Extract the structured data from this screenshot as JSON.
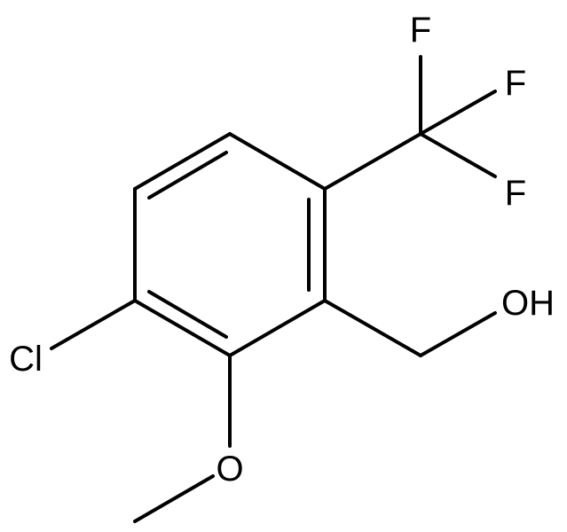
{
  "molecule": {
    "atoms": {
      "fluorine_top": "F",
      "fluorine_right": "F",
      "fluorine_bottom": "F",
      "hydroxyl": "OH",
      "chlorine": "Cl",
      "methoxy_oxygen": "O"
    }
  },
  "colors": {
    "background": "#ffffff",
    "ink": "#000000"
  }
}
